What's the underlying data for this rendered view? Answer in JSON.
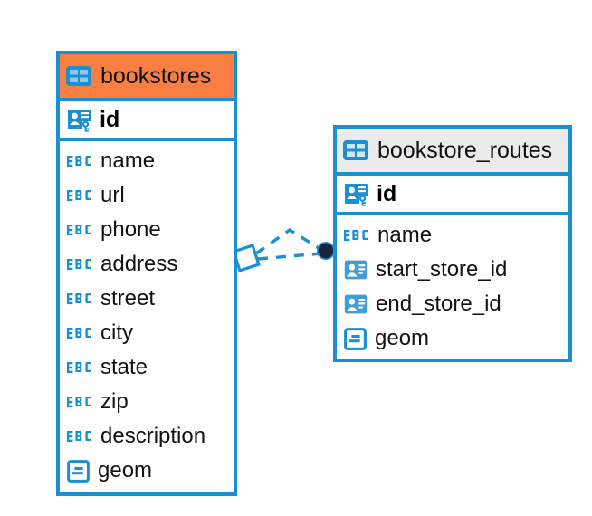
{
  "diagram": {
    "type": "entity-relationship-diagram",
    "background": "#ffffff",
    "accent_color": "#1a8fd1",
    "highlight_color": "#f97e41",
    "header_grey": "#ebebeb"
  },
  "tables": [
    {
      "name": "bookstores",
      "header_style": "orange",
      "table_icon": "table-icon",
      "primary_key": {
        "label": "id",
        "icon": "primary-key-icon"
      },
      "fields": [
        {
          "label": "name",
          "icon": "abc-text-icon",
          "type": "text"
        },
        {
          "label": "url",
          "icon": "abc-text-icon",
          "type": "text"
        },
        {
          "label": "phone",
          "icon": "abc-text-icon",
          "type": "text"
        },
        {
          "label": "address",
          "icon": "abc-text-icon",
          "type": "text"
        },
        {
          "label": "street",
          "icon": "abc-text-icon",
          "type": "text"
        },
        {
          "label": "city",
          "icon": "abc-text-icon",
          "type": "text"
        },
        {
          "label": "state",
          "icon": "abc-text-icon",
          "type": "text"
        },
        {
          "label": "zip",
          "icon": "abc-text-icon",
          "type": "text"
        },
        {
          "label": "description",
          "icon": "abc-text-icon",
          "type": "text"
        },
        {
          "label": "geom",
          "icon": "geometry-icon",
          "type": "geometry"
        }
      ]
    },
    {
      "name": "bookstore_routes",
      "header_style": "grey",
      "table_icon": "table-icon",
      "primary_key": {
        "label": "id",
        "icon": "primary-key-icon"
      },
      "fields": [
        {
          "label": "name",
          "icon": "abc-text-icon",
          "type": "text"
        },
        {
          "label": "start_store_id",
          "icon": "foreign-key-icon",
          "type": "reference"
        },
        {
          "label": "end_store_id",
          "icon": "foreign-key-icon",
          "type": "reference"
        },
        {
          "label": "geom",
          "icon": "geometry-icon",
          "type": "geometry"
        }
      ]
    }
  ],
  "relationship": {
    "from_table": "bookstores",
    "to_table": "bookstore_routes",
    "from_endpoint": "diamond-endpoint",
    "to_endpoint": "filled-circle-endpoint",
    "line_style": "dashed",
    "line_color": "#1a8fd1",
    "endpoint_fill": "#16243c"
  }
}
